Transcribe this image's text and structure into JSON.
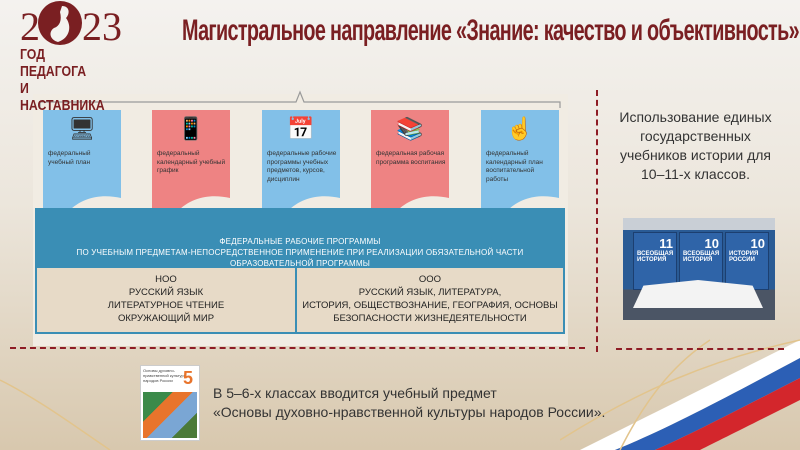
{
  "logo": {
    "year": "2023",
    "line1": "ГОД ПЕДАГОГА",
    "line2": "И НАСТАВНИКА"
  },
  "title": "Магистральное направление «Знание: качество и объективность»",
  "flags": [
    {
      "label": "федеральный учебный план",
      "icon": "teacher-computer-icon",
      "color": "#82c0e8"
    },
    {
      "label": "федеральный календарный учебный график",
      "icon": "phone-icon",
      "color": "#ee8383"
    },
    {
      "label": "федеральные рабочие программы учебных предметов, курсов, дисциплин",
      "icon": "calendar-icon",
      "color": "#82c0e8"
    },
    {
      "label": "федеральная рабочая программа воспитания",
      "icon": "books-graduation-cap-icon",
      "color": "#ee8383"
    },
    {
      "label": "федеральный календарный план воспитательной работы",
      "icon": "network-hand-icon",
      "color": "#82c0e8"
    }
  ],
  "bar": {
    "line1": "Федеральные рабочие программы",
    "line2": "по учебным предметам-непосредственное применение при реализации обязательной части образовательной программы"
  },
  "cells": [
    {
      "lines": [
        "НОО",
        "Русский язык",
        "Литературное чтение",
        "Окружающий мир"
      ]
    },
    {
      "lines": [
        "ООО",
        "Русский язык, литература,",
        "история, обществознание, география, основы",
        "безопасности жизнедеятельности"
      ]
    }
  ],
  "right_text": "Использование единых государственных учебников истории для 10–11-х классов.",
  "photo_books": [
    {
      "title": "ВСЕОБЩАЯ ИСТОРИЯ",
      "grade": "11"
    },
    {
      "title": "ВСЕОБЩАЯ ИСТОРИЯ",
      "grade": "10"
    },
    {
      "title": "ИСТОРИЯ РОССИИ",
      "grade": "10"
    }
  ],
  "cover": {
    "grade": "5",
    "title": "Основы духовно-нравственной культуры народов России"
  },
  "bottom_text": {
    "line1": "В 5–6-х классах вводится учебный предмет",
    "line2": "«Основы духовно-нравственной культуры народов России»."
  },
  "colors": {
    "brand": "#7a1f22",
    "teal": "#3a8eb5",
    "blue": "#82c0e8",
    "red": "#ee8383",
    "dash": "#8e1c25"
  }
}
